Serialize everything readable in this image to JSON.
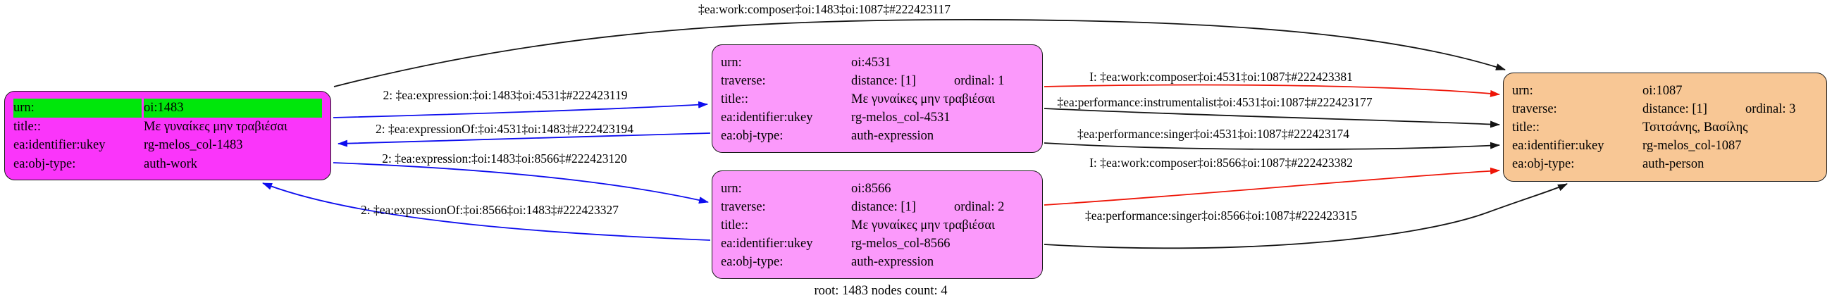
{
  "caption": "root: 1483 nodes count: 4",
  "colors": {
    "work_fill": "#FA35FA",
    "highlight": "#00E70B",
    "expression_fill": "#FB99FB",
    "person_fill": "#F8C795",
    "edge_black": "#141414",
    "edge_blue": "#0D0DEE",
    "edge_red": "#EE1507"
  },
  "nodes": {
    "n1483": {
      "urn_label": "urn:",
      "urn_value": "oi:1483",
      "title_label": "title::",
      "title_value": "Με γυναίκες μην τραβιέσαι",
      "ukey_label": "ea:identifier:ukey",
      "ukey_value": "rg-melos_col-1483",
      "type_label": "ea:obj-type:",
      "type_value": "auth-work"
    },
    "n4531": {
      "urn_label": "urn:",
      "urn_value": "oi:4531",
      "traverse_label": "traverse:",
      "distance": "distance: [1]",
      "ordinal": "ordinal: 1",
      "title_label": "title::",
      "title_value": "Με γυναίκες μην τραβιέσαι",
      "ukey_label": "ea:identifier:ukey",
      "ukey_value": "rg-melos_col-4531",
      "type_label": "ea:obj-type:",
      "type_value": "auth-expression"
    },
    "n8566": {
      "urn_label": "urn:",
      "urn_value": "oi:8566",
      "traverse_label": "traverse:",
      "distance": "distance: [1]",
      "ordinal": "ordinal: 2",
      "title_label": "title::",
      "title_value": "Με γυναίκες μην τραβιέσαι",
      "ukey_label": "ea:identifier:ukey",
      "ukey_value": "rg-melos_col-8566",
      "type_label": "ea:obj-type:",
      "type_value": "auth-expression"
    },
    "n1087": {
      "urn_label": "urn:",
      "urn_value": "oi:1087",
      "traverse_label": "traverse:",
      "distance": "distance: [1]",
      "ordinal": "ordinal: 3",
      "title_label": "title::",
      "title_value": "Τσιτσάνης, Βασίλης",
      "ukey_label": "ea:identifier:ukey",
      "ukey_value": "rg-melos_col-1087",
      "type_label": "ea:obj-type:",
      "type_value": "auth-person"
    }
  },
  "edges": {
    "composer_1483_1087": {
      "label": "‡ea:work:composer‡oi:1483‡oi:1087‡#222423117",
      "color": "black"
    },
    "expression_1483_4531": {
      "label": "2: ‡ea:expression:‡oi:1483‡oi:4531‡#222423119",
      "color": "blue"
    },
    "expressionOf_4531_1483": {
      "label": "2: ‡ea:expressionOf:‡oi:4531‡oi:1483‡#222423194",
      "color": "blue"
    },
    "expression_1483_8566": {
      "label": "2: ‡ea:expression:‡oi:1483‡oi:8566‡#222423120",
      "color": "blue"
    },
    "expressionOf_8566_1483": {
      "label": "2: ‡ea:expressionOf:‡oi:8566‡oi:1483‡#222423327",
      "color": "blue"
    },
    "composer_4531_1087": {
      "label": "I: ‡ea:work:composer‡oi:4531‡oi:1087‡#222423381",
      "color": "red"
    },
    "instrumentalist_4531_1087": {
      "label": "‡ea:performance:instrumentalist‡oi:4531‡oi:1087‡#222423177",
      "color": "black"
    },
    "singer_4531_1087": {
      "label": "‡ea:performance:singer‡oi:4531‡oi:1087‡#222423174",
      "color": "black"
    },
    "composer_8566_1087": {
      "label": "I: ‡ea:work:composer‡oi:8566‡oi:1087‡#222423382",
      "color": "red"
    },
    "singer_8566_1087": {
      "label": "‡ea:performance:singer‡oi:8566‡oi:1087‡#222423315",
      "color": "black"
    }
  }
}
